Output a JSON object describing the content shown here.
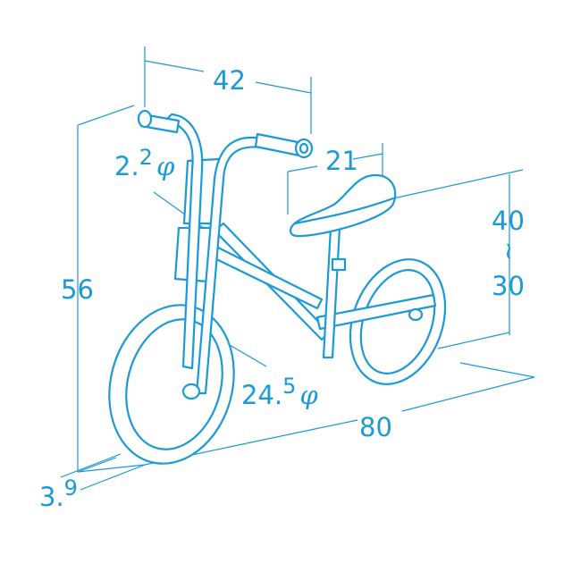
{
  "title": "Balance bike dimensions",
  "accent_color": "#1a9ad6",
  "dimensions": {
    "handlebar_width": "42",
    "seat_depth": "21",
    "grip_diameter": {
      "main": "2.",
      "sup": "2",
      "symbol": "φ"
    },
    "overall_height": "56",
    "seat_height_max": "40",
    "range_symbol": "~",
    "seat_height_min": "30",
    "wheel_diameter": {
      "main": "24.",
      "sup": "5",
      "symbol": "φ"
    },
    "overall_length": "80",
    "tire_width": {
      "main": "3.",
      "sup": "9"
    }
  }
}
